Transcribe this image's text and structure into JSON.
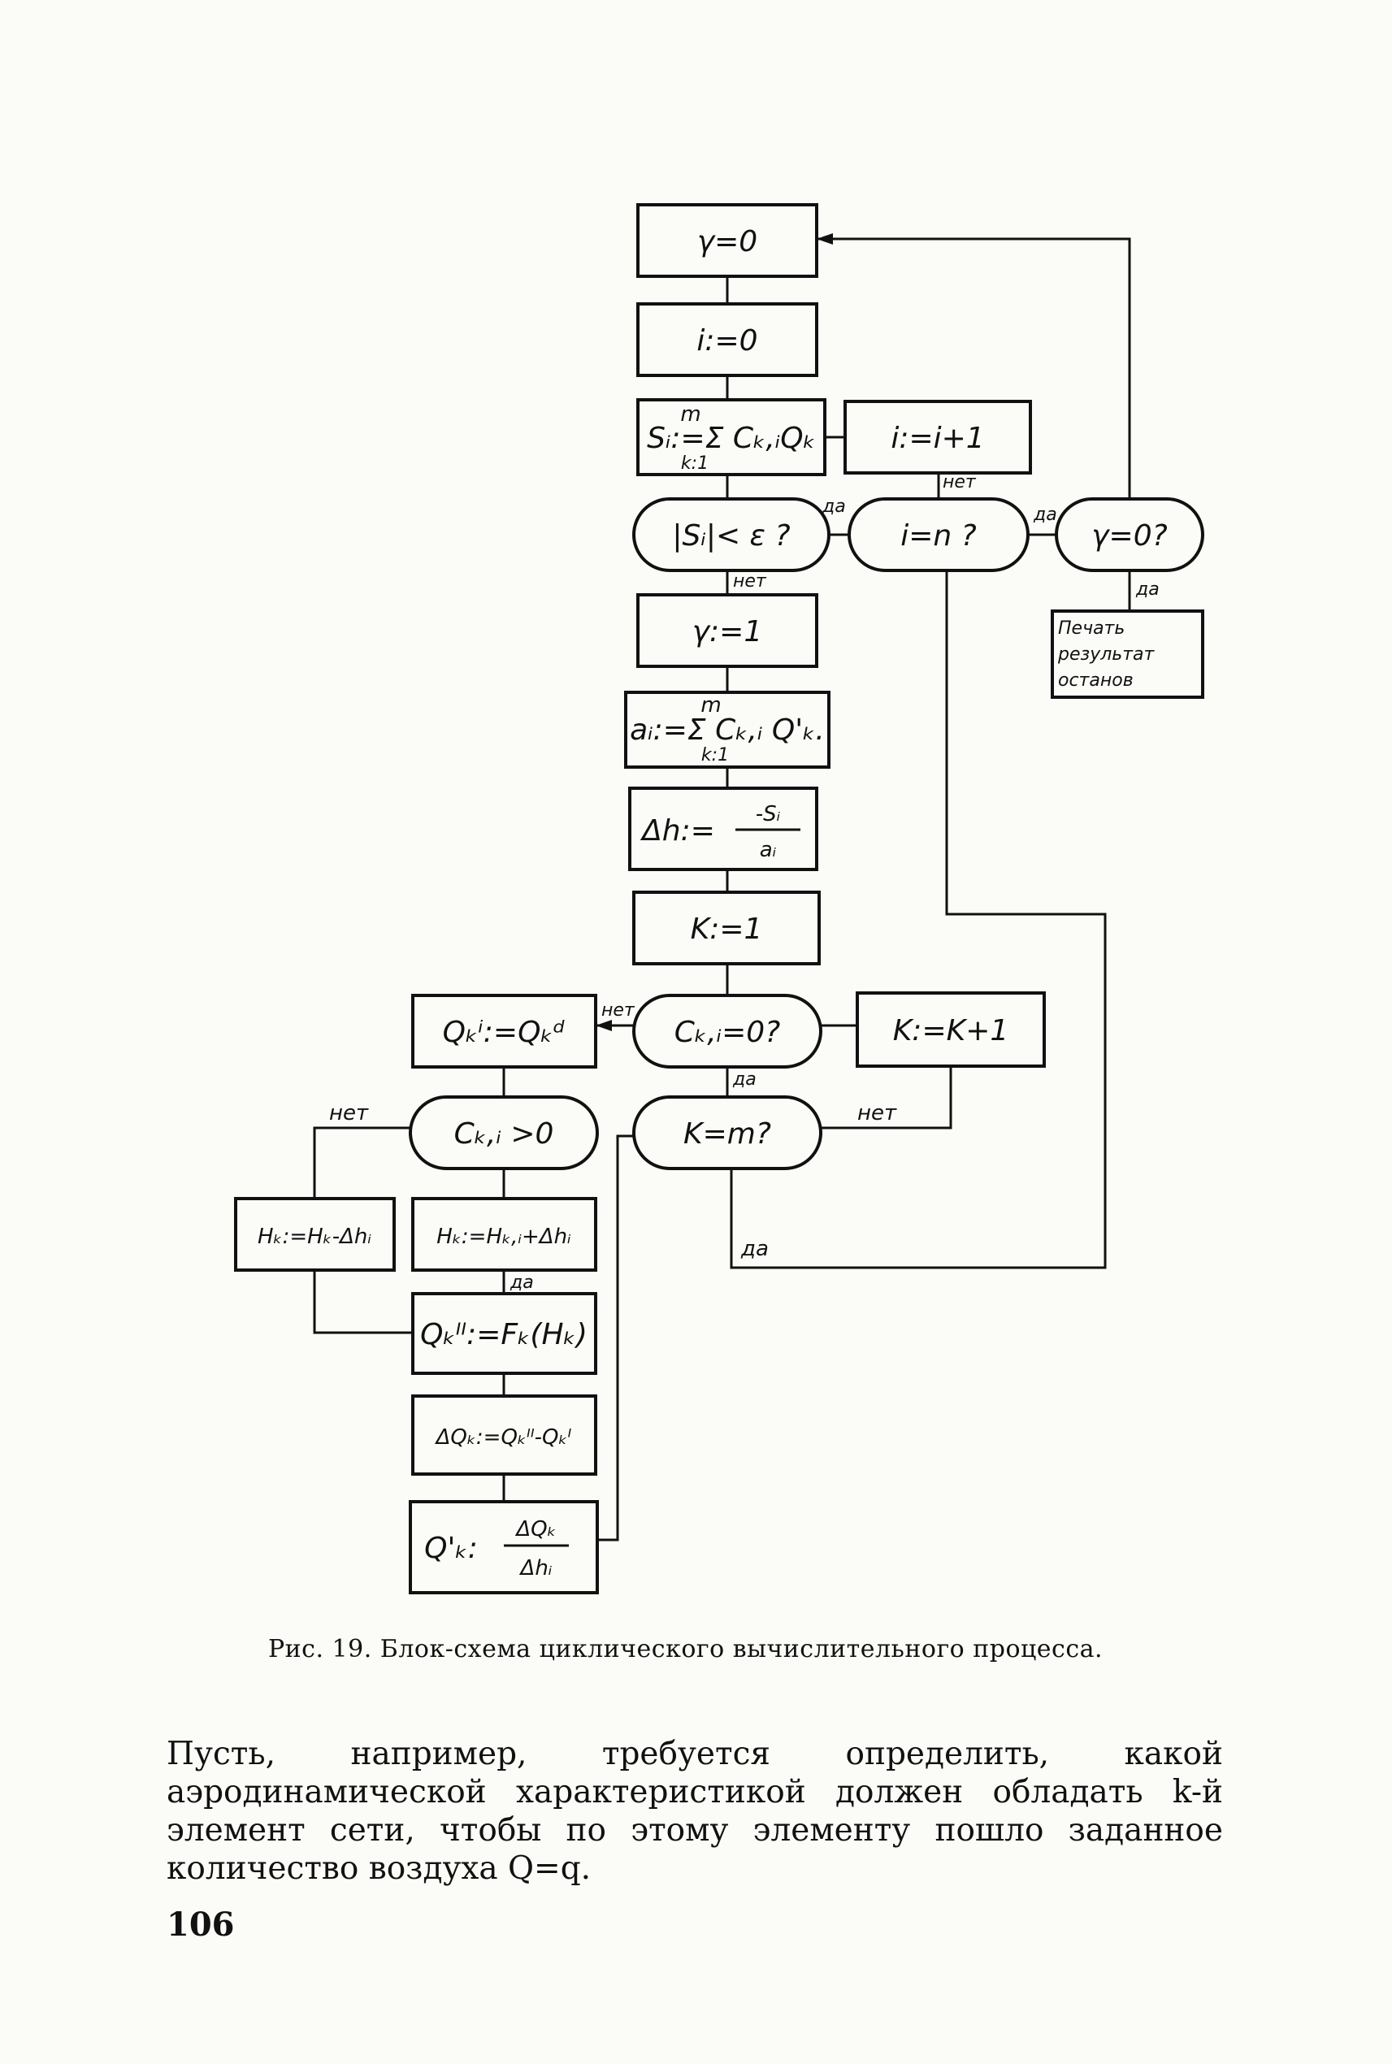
{
  "flowchart": {
    "blocks": {
      "gamma0": "γ=0",
      "i0": "i:=0",
      "si_sum": "Sᵢ:=Σ Cₖ,ᵢQₖ",
      "si_lim_top": "m",
      "si_lim_bot": "k:1",
      "i_inc": "i:=i+1",
      "abs_si": "|Sᵢ|< ε ?",
      "i_eq_n": "i=n ?",
      "gamma0_q": "γ=0?",
      "print": [
        "Печать",
        "результат",
        "останов"
      ],
      "gamma1": "γ:=1",
      "ai_sum": "aᵢ:=Σ Cₖ,ᵢ Q'ₖ.",
      "ai_lim_top": "m",
      "ai_lim_bot": "k:1",
      "dh_left": "Δh:=",
      "dh_num": "-Sᵢ",
      "dh_den": "aᵢ",
      "k1": "K:=1",
      "qk_assign": "Qₖⁱ:=Qₖᵈ",
      "cki_eq0": "Cₖ,ᵢ=0?",
      "k_inc": "K:=K+1",
      "cki_gt0": "Cₖ,ᵢ >0",
      "k_eq_m": "K=m?",
      "hk_minus": "Hₖ:=Hₖ-Δhᵢ",
      "hk_plus": "Hₖ:=Hₖ,ᵢ+Δhᵢ",
      "qk_fk": "Qₖᴵᴵ:=Fₖ(Hₖ)",
      "dqk": "ΔQₖ:=Qₖᴵᴵ-Qₖᴵ",
      "qprime_left": "Q'ₖ:",
      "qprime_num": "ΔQₖ",
      "qprime_den": "Δhᵢ"
    },
    "labels": {
      "yes": "да",
      "no": "нет"
    }
  },
  "caption": "Рис. 19. Блок-схема циклического вычислительного процесса.",
  "paragraph": "Пусть, например, требуется определить, какой аэродинамической характеристикой должен обладать k-й элемент сети, чтобы по этому элементу пошло заданное количество воздуха Q=q.",
  "page_number": "106"
}
